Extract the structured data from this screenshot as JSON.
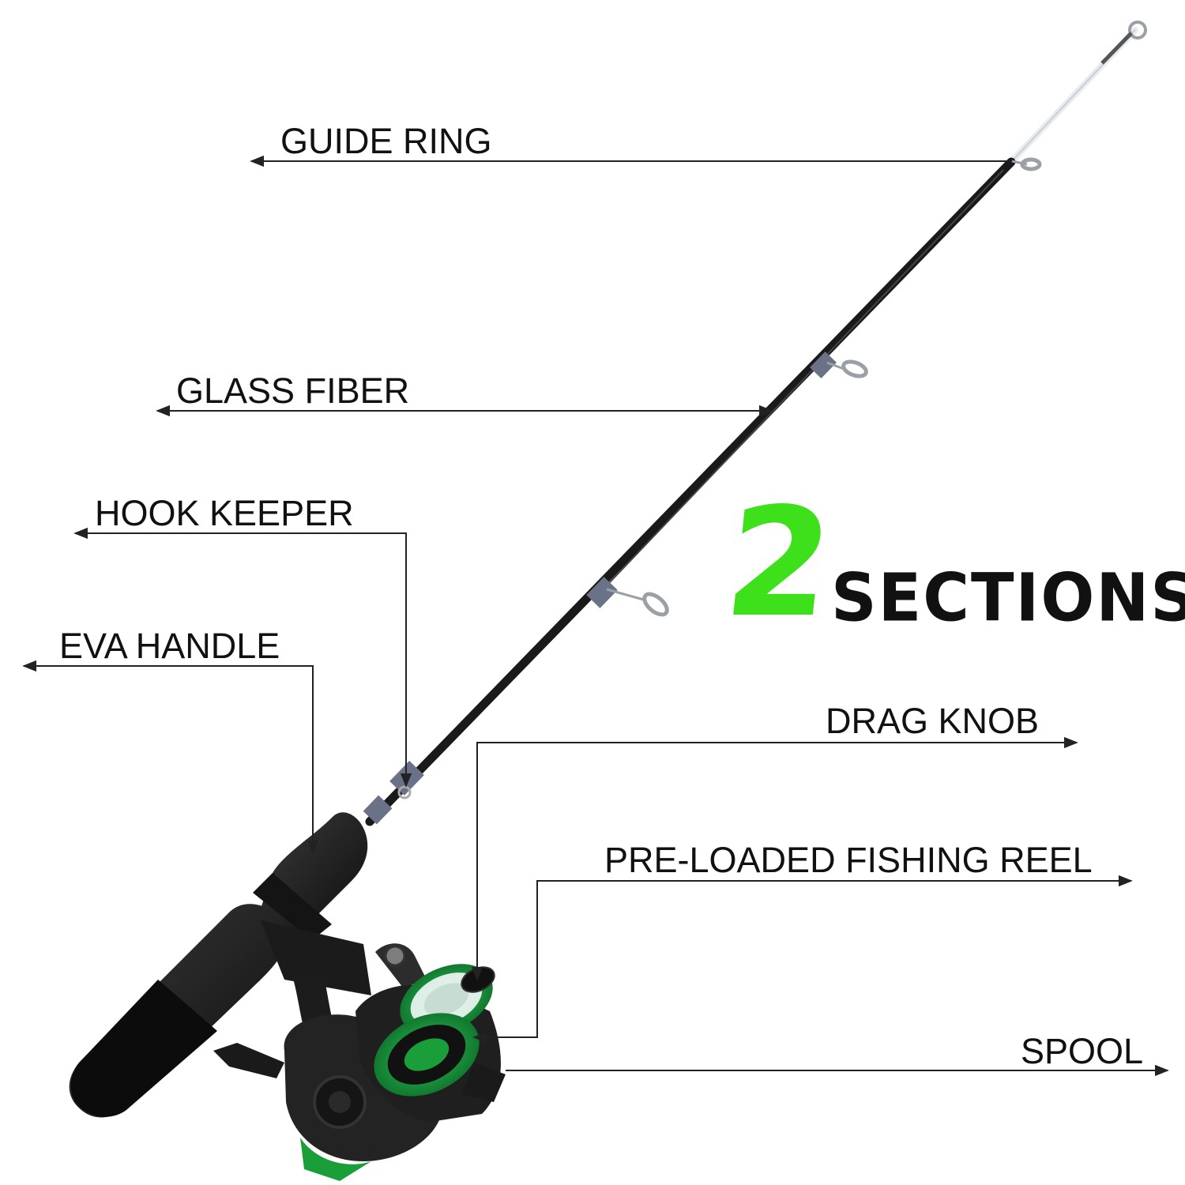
{
  "callouts": {
    "guide_ring": "GUIDE RING",
    "glass_fiber": "GLASS FIBER",
    "hook_keeper": "HOOK KEEPER",
    "eva_handle": "EVA HANDLE",
    "drag_knob": "DRAG KNOB",
    "fishing_reel": "PRE-LOADED FISHING REEL",
    "spool": "SPOOL"
  },
  "badge": {
    "count": "2",
    "word": "SECTIONS"
  },
  "colors": {
    "accent_green": "#3ee01c",
    "reel_green": "#1a9e3a",
    "text": "#111111",
    "rod": "#1a1a1a",
    "guide_band": "#6a7288"
  }
}
